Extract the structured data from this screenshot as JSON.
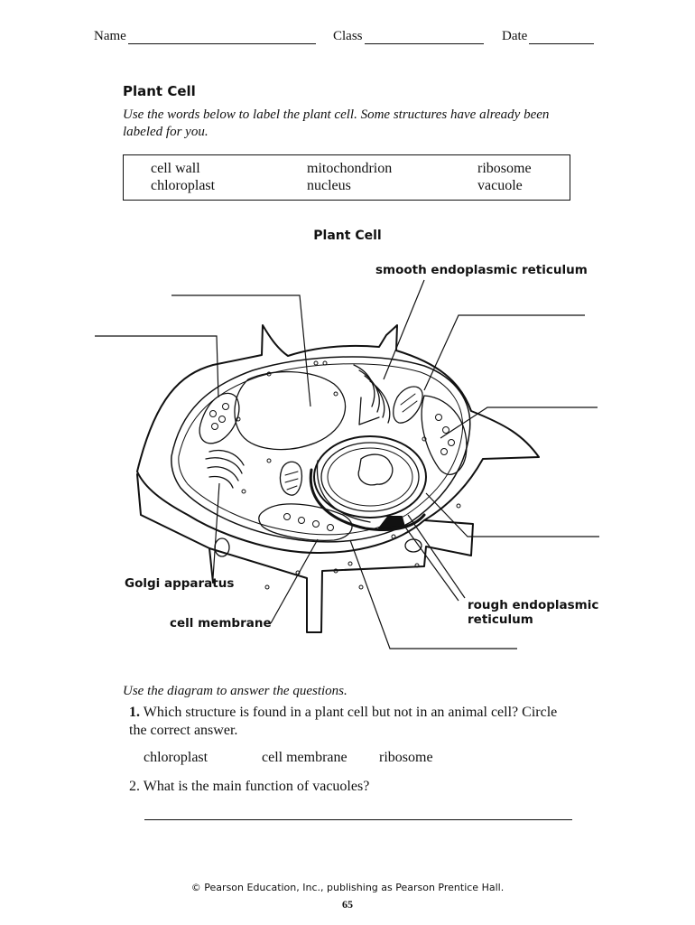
{
  "header": {
    "name_label": "Name",
    "class_label": "Class",
    "date_label": "Date"
  },
  "title": "Plant Cell",
  "instructions": "Use the words below to label the plant cell. Some structures have already been labeled for you.",
  "word_bank": [
    "cell wall",
    "chloroplast",
    "mitochondrion",
    "nucleus",
    "ribosome",
    "vacuole"
  ],
  "diagram": {
    "title": "Plant Cell",
    "labels": {
      "smooth_er": "smooth endoplasmic reticulum",
      "golgi": "Golgi apparatus",
      "cell_membrane": "cell membrane",
      "rough_er_line1": "rough endoplasmic",
      "rough_er_line2": "reticulum"
    }
  },
  "questions": {
    "intro": "Use the diagram to answer the questions.",
    "q1_number": "1.",
    "q1_text": "Which structure is found in a plant cell but not in an animal cell? Circle the correct answer.",
    "q1_choices": [
      "chloroplast",
      "cell membrane",
      "ribosome"
    ],
    "q2_text": "2. What is the main function of vacuoles?"
  },
  "footer": {
    "copyright": "© Pearson Education, Inc., publishing as Pearson Prentice Hall.",
    "page_number": "65"
  }
}
